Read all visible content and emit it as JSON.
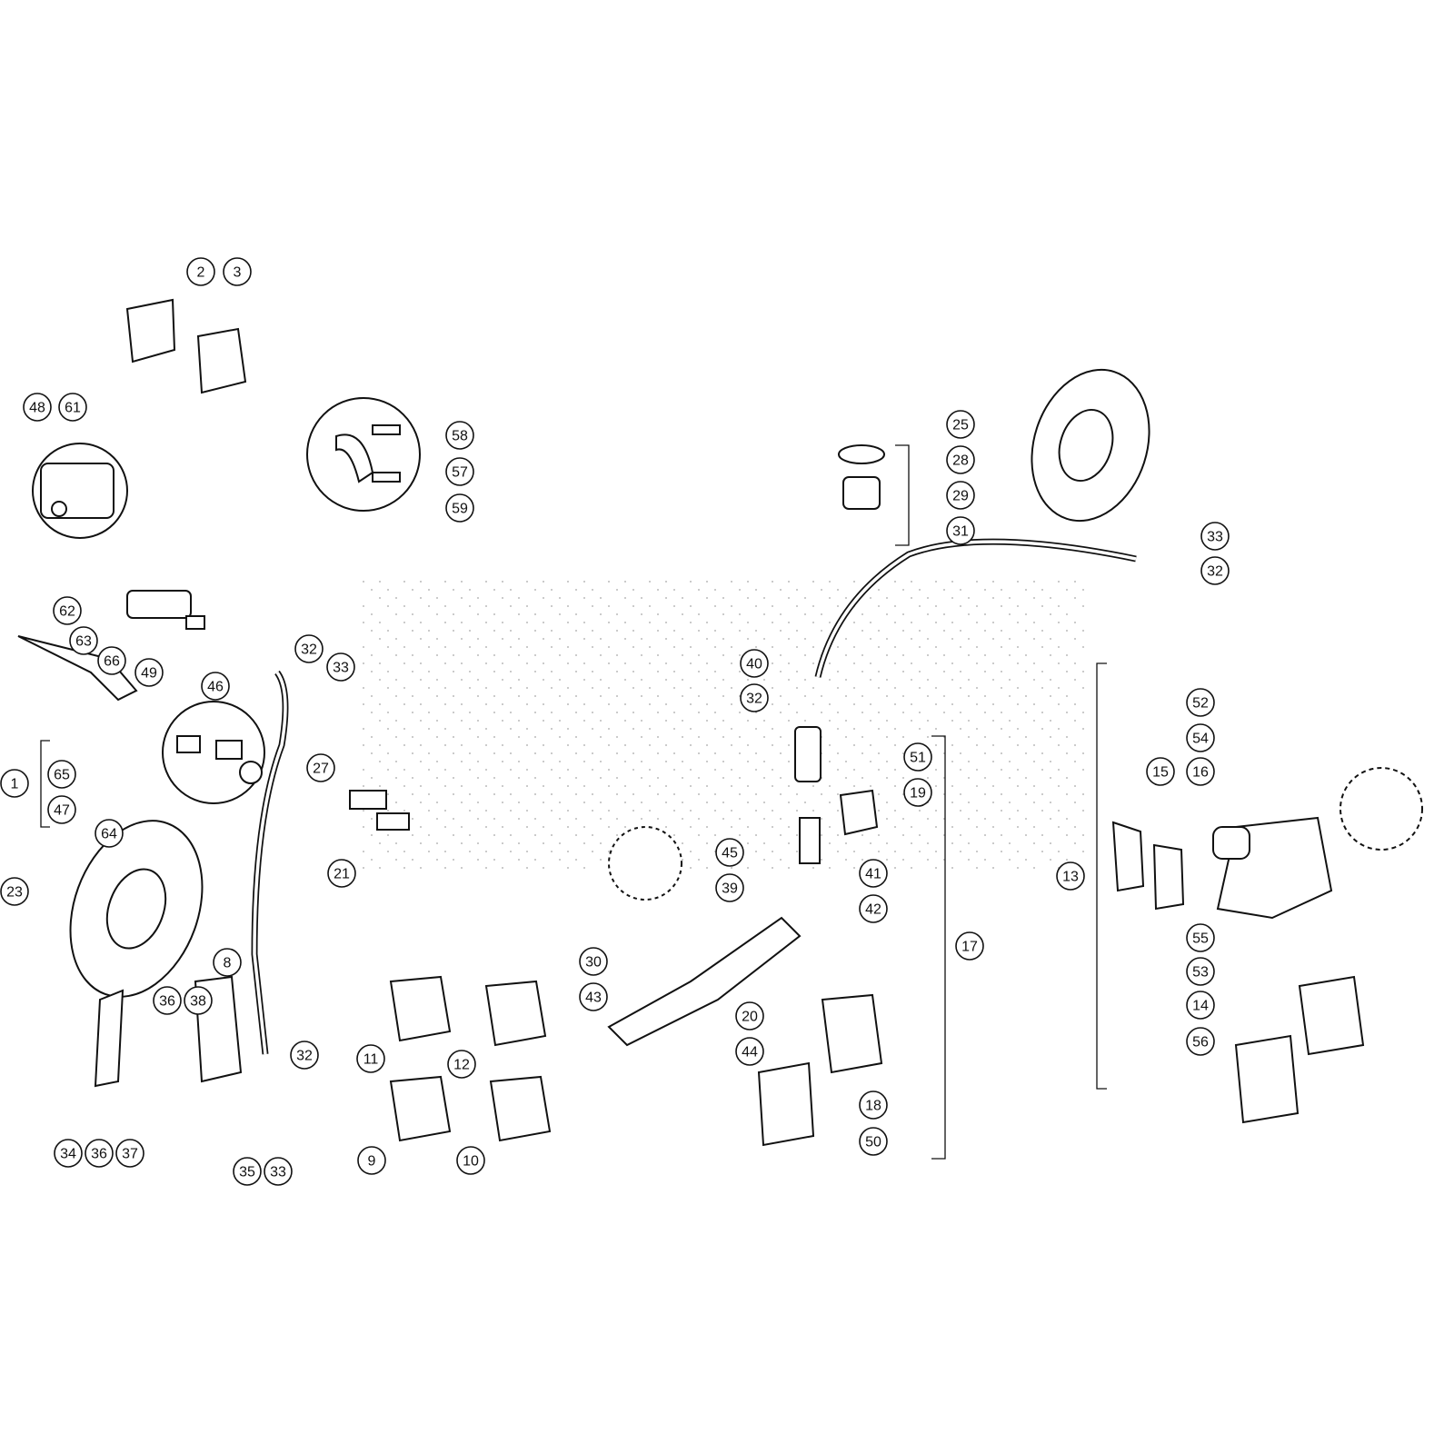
{
  "diagram": {
    "title": "Brake system exploded parts diagram",
    "callouts": [
      "2",
      "3",
      "48",
      "61",
      "58",
      "57",
      "59",
      "62",
      "63",
      "66",
      "49",
      "46",
      "32",
      "33",
      "27",
      "1",
      "65",
      "47",
      "64",
      "21",
      "23",
      "8",
      "36",
      "38",
      "32",
      "34",
      "36",
      "37",
      "35",
      "33",
      "11",
      "12",
      "9",
      "10",
      "25",
      "28",
      "29",
      "31",
      "33",
      "32",
      "40",
      "32",
      "51",
      "19",
      "41",
      "42",
      "17",
      "45",
      "39",
      "30",
      "43",
      "20",
      "44",
      "18",
      "50",
      "52",
      "54",
      "15",
      "16",
      "13",
      "55",
      "53",
      "14",
      "56"
    ]
  }
}
